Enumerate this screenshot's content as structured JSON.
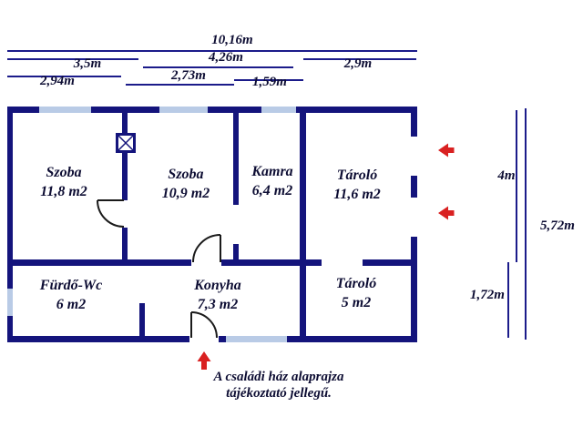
{
  "dimensions": {
    "top": {
      "total": "10,16m",
      "row2_left": "3,5m",
      "row2_mid": "4,26m",
      "row2_right": "2,9m",
      "row3_left": "2,94m",
      "row3_mid": "2,73m",
      "row3_right": "1,59m"
    },
    "right": {
      "upper": "4m",
      "full": "5,72m",
      "lower": "1,72m"
    }
  },
  "rooms": [
    {
      "name": "Szoba",
      "area": "11,8 m2"
    },
    {
      "name": "Szoba",
      "area": "10,9 m2"
    },
    {
      "name": "Kamra",
      "area": "6,4 m2"
    },
    {
      "name": "Tároló",
      "area": "11,6 m2"
    },
    {
      "name": "Fürdő-Wc",
      "area": "6 m2"
    },
    {
      "name": "Konyha",
      "area": "7,3 m2"
    },
    {
      "name": "Tároló",
      "area": "5 m2"
    }
  ],
  "caption": {
    "line1": "A családi ház alaprajza",
    "line2": "tájékoztató jellegű."
  },
  "icons": {
    "chimney": "chimney-icon",
    "side_entrance": "arrow-left-icon",
    "front_entrance": "arrow-up-icon"
  },
  "colors": {
    "wall": "#14147c",
    "dimension_line": "#1b1b8a",
    "window": "#b9cbe6",
    "door": "#1a1a1a",
    "arrow": "#d92121",
    "text": "#0d0d33",
    "background": "#ffffff"
  }
}
